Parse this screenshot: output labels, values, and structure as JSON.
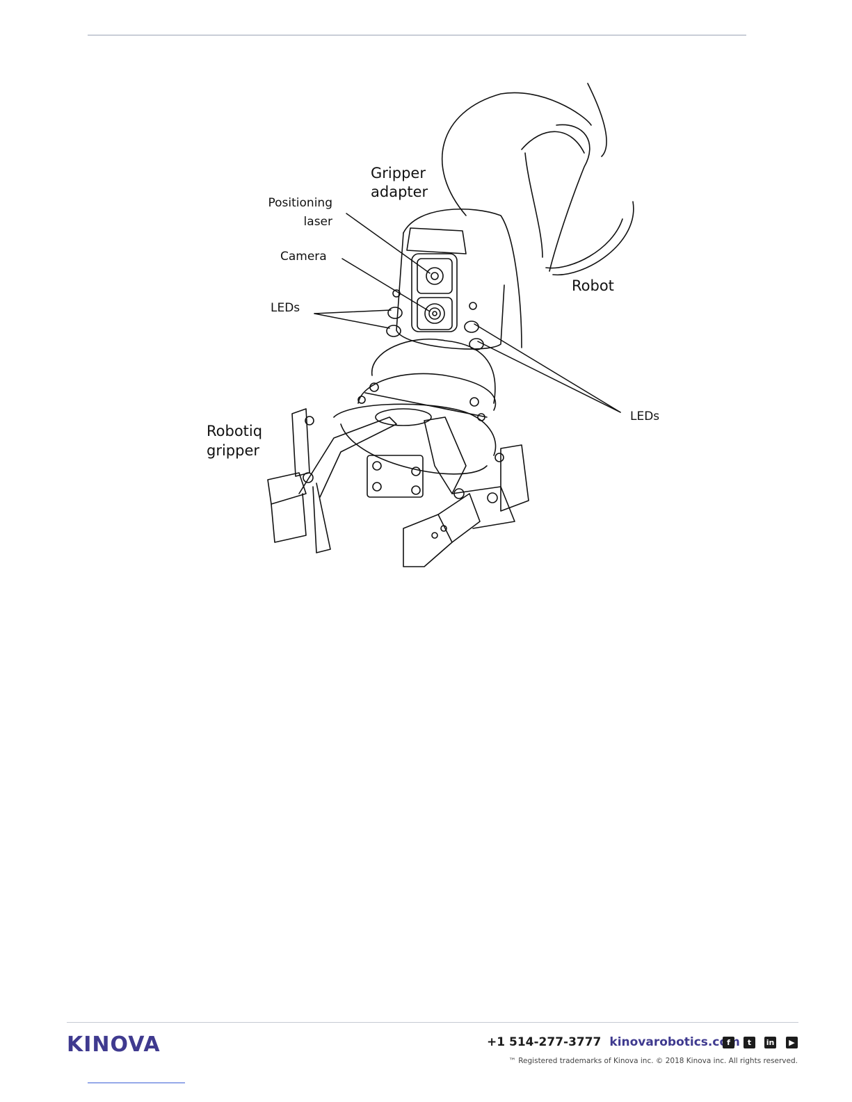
{
  "figure": {
    "labels": {
      "gripper_adapter": [
        "Gripper",
        "adapter"
      ],
      "positioning_laser": [
        "Positioning",
        "laser"
      ],
      "camera": "Camera",
      "leds_left": "LEDs",
      "robot": "Robot",
      "leds_right": "LEDs",
      "robotiq_gripper": [
        "Robotiq",
        "gripper"
      ]
    }
  },
  "footer": {
    "logo": "KINOVA",
    "phone": "+1 514-277-3777",
    "website": "kinovarobotics.com",
    "social_icons": [
      "facebook-icon",
      "twitter-icon",
      "linkedin-icon",
      "youtube-icon"
    ],
    "trademark": "™ Registered trademarks of Kinova inc. © 2018 Kinova inc. All rights reserved.",
    "brand_color": "#3f3a8f"
  }
}
